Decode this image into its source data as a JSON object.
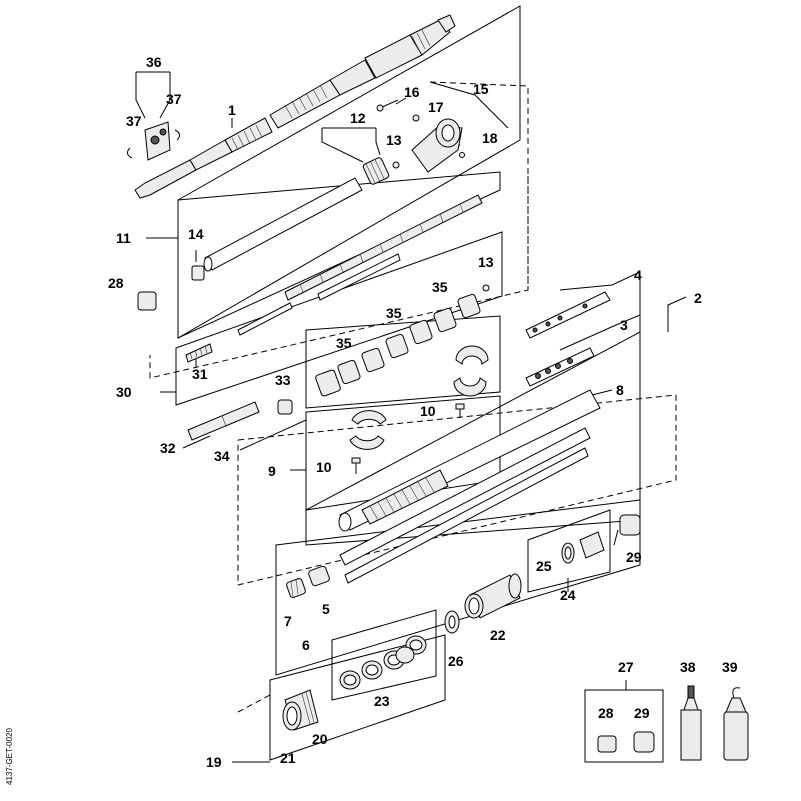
{
  "callouts": {
    "c1": "1",
    "c2": "2",
    "c3": "3",
    "c4": "4",
    "c5": "5",
    "c6": "6",
    "c7": "7",
    "c8": "8",
    "c9": "9",
    "c10a": "10",
    "c10b": "10",
    "c11": "11",
    "c12": "12",
    "c13a": "13",
    "c13b": "13",
    "c14": "14",
    "c15": "15",
    "c16": "16",
    "c17": "17",
    "c18": "18",
    "c19": "19",
    "c20": "20",
    "c21": "21",
    "c22": "22",
    "c23": "23",
    "c24": "24",
    "c25": "25",
    "c26": "26",
    "c27": "27",
    "c28a": "28",
    "c28b": "28",
    "c29a": "29",
    "c29b": "29",
    "c30": "30",
    "c31": "31",
    "c32": "32",
    "c33": "33",
    "c34": "34",
    "c35a": "35",
    "c35b": "35",
    "c35c": "35",
    "c36": "36",
    "c37a": "37",
    "c37b": "37",
    "c38": "38",
    "c39": "39"
  },
  "drawing_id": "4137-GET-0020"
}
